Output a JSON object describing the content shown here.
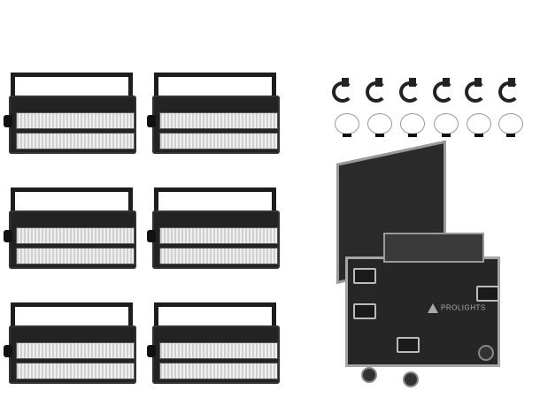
{
  "product": {
    "logo_text": "PROLIGHTS",
    "fixture_count": 6,
    "clamp_count": 6,
    "cable_count": 6
  }
}
